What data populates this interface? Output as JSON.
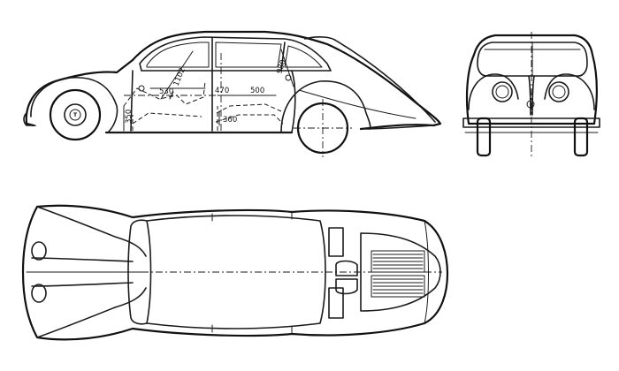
{
  "dimensions": {
    "d1102": "1102",
    "d530": "530",
    "d470": "470",
    "d500": "500",
    "d350": "350",
    "d360": "360",
    "d980": "980"
  },
  "emblem": "T",
  "colors": {
    "line": "#1a1a1a",
    "background": "#ffffff"
  }
}
